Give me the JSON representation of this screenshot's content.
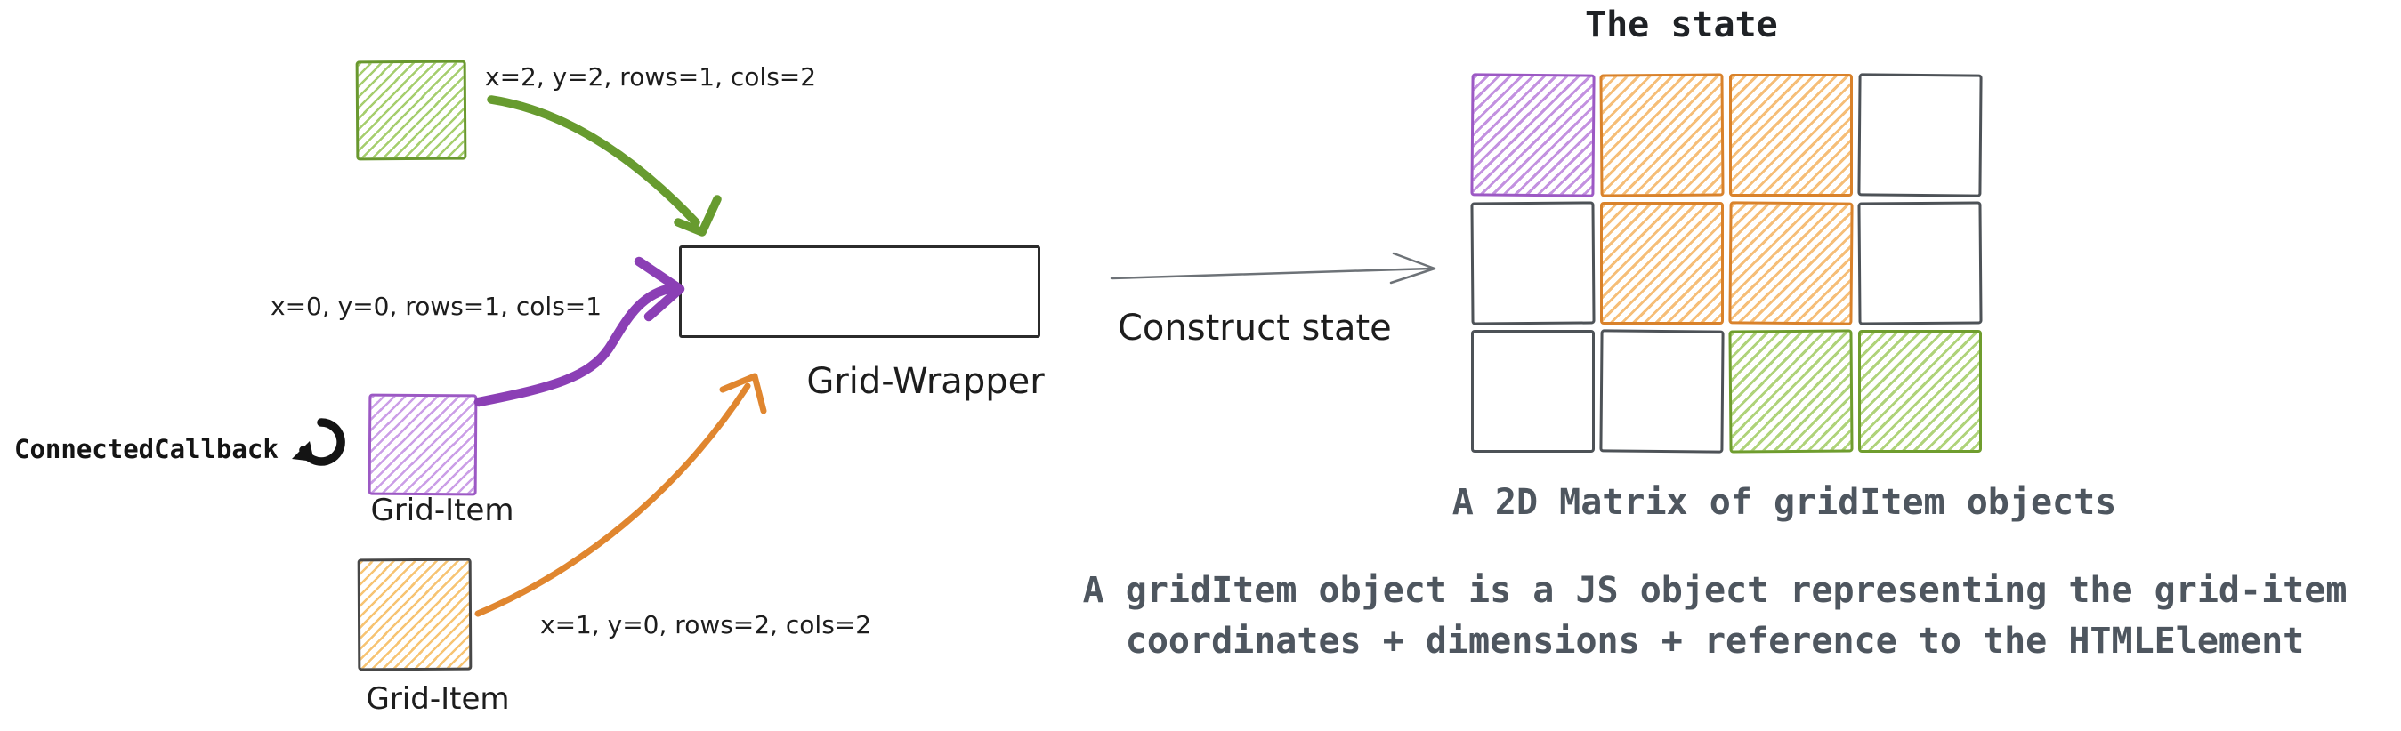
{
  "colors": {
    "purple_border": "#9c59c4",
    "purple_fill": "#b476d8",
    "orange_border": "#d9822b",
    "orange_fill": "#f3a84a",
    "green_border": "#6f9d2e",
    "green_fill": "#9bc858",
    "empty_cell_border": "#4d5257",
    "arrow_green": "#679b2f",
    "arrow_purple": "#8b3fb5",
    "arrow_orange": "#e0862f",
    "arrow_gray": "#6d7277",
    "text_dark": "#1d1d1d",
    "text_gray": "#4e565f"
  },
  "items": {
    "green": {
      "annotation": "x=2, y=2, rows=1, cols=2"
    },
    "purple": {
      "annotation": "x=0, y=0, rows=1, cols=1",
      "label": "Grid-Item"
    },
    "orange": {
      "annotation": "x=1, y=0, rows=2, cols=2",
      "label": "Grid-Item"
    }
  },
  "callback": {
    "label": "ConnectedCallback",
    "icon": "loop-arrow-icon"
  },
  "wrapper": {
    "label": "Grid-Wrapper"
  },
  "construct": {
    "label": "Construct state"
  },
  "state": {
    "title": "The state",
    "matrix_caption": "A 2D Matrix of gridItem objects",
    "description": [
      "A gridItem object is a JS object representing the grid-item",
      "coordinates + dimensions + reference to the HTMLElement"
    ],
    "matrix": [
      [
        "purple",
        "orange",
        "orange",
        "empty"
      ],
      [
        "empty",
        "orange",
        "orange",
        "empty"
      ],
      [
        "empty",
        "empty",
        "green",
        "green"
      ]
    ]
  }
}
